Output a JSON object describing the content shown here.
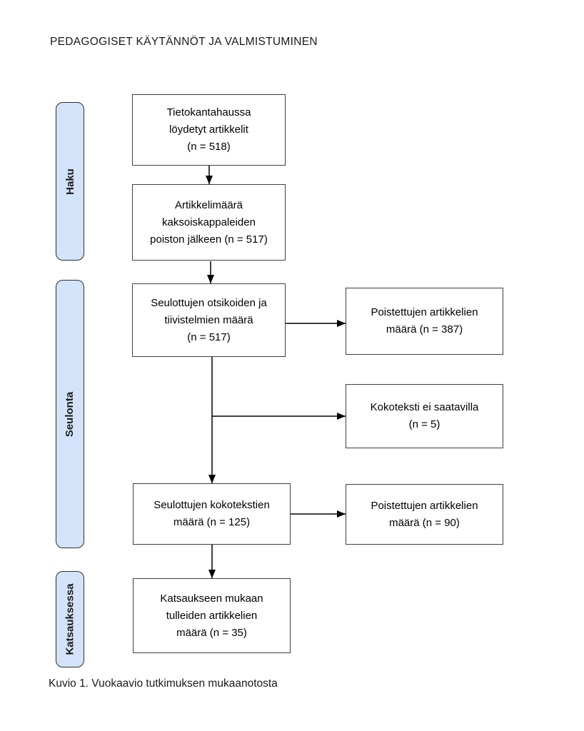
{
  "page": {
    "title": "PEDAGOGISET KÄYTÄNNÖT JA VALMISTUMINEN",
    "caption": "Kuvio 1. Vuokaavio tutkimuksen mukaanotosta"
  },
  "diagram": {
    "stages": [
      {
        "label": "Haku"
      },
      {
        "label": "Seulonta"
      },
      {
        "label": "Katsauksessa"
      }
    ],
    "main_boxes": [
      {
        "n": 518,
        "lines": [
          "Tietokantahaussa",
          "löydetyt artikkelit",
          "(n = 518)"
        ]
      },
      {
        "n": 517,
        "lines": [
          "Artikkelimäärä",
          "kaksoiskappaleiden",
          "poiston jälkeen (n = 517)"
        ]
      },
      {
        "n": 517,
        "lines": [
          "Seulottujen otsikoiden ja",
          "tiivistelmien määrä",
          "(n = 517)"
        ]
      },
      {
        "n": 125,
        "lines": [
          "Seulottujen kokotekstien",
          "määrä (n = 125)"
        ]
      },
      {
        "n": 35,
        "lines": [
          "Katsaukseen mukaan",
          "tulleiden artikkelien",
          "määrä (n = 35)"
        ]
      }
    ],
    "side_boxes": [
      {
        "n": 387,
        "lines": [
          "Poistettujen artikkelien",
          "määrä (n = 387)"
        ]
      },
      {
        "n": 5,
        "lines": [
          "Kokoteksti ei saatavilla",
          "(n = 5)"
        ]
      },
      {
        "n": 90,
        "lines": [
          "Poistettujen artikkelien",
          "määrä (n = 90)"
        ]
      }
    ]
  },
  "colors": {
    "stage_fill": "#d3e4fa",
    "stage_border": "#2e2e2e",
    "box_border": "#3f3f3f",
    "box_fill": "#ffffff",
    "arrow": "#000000"
  }
}
